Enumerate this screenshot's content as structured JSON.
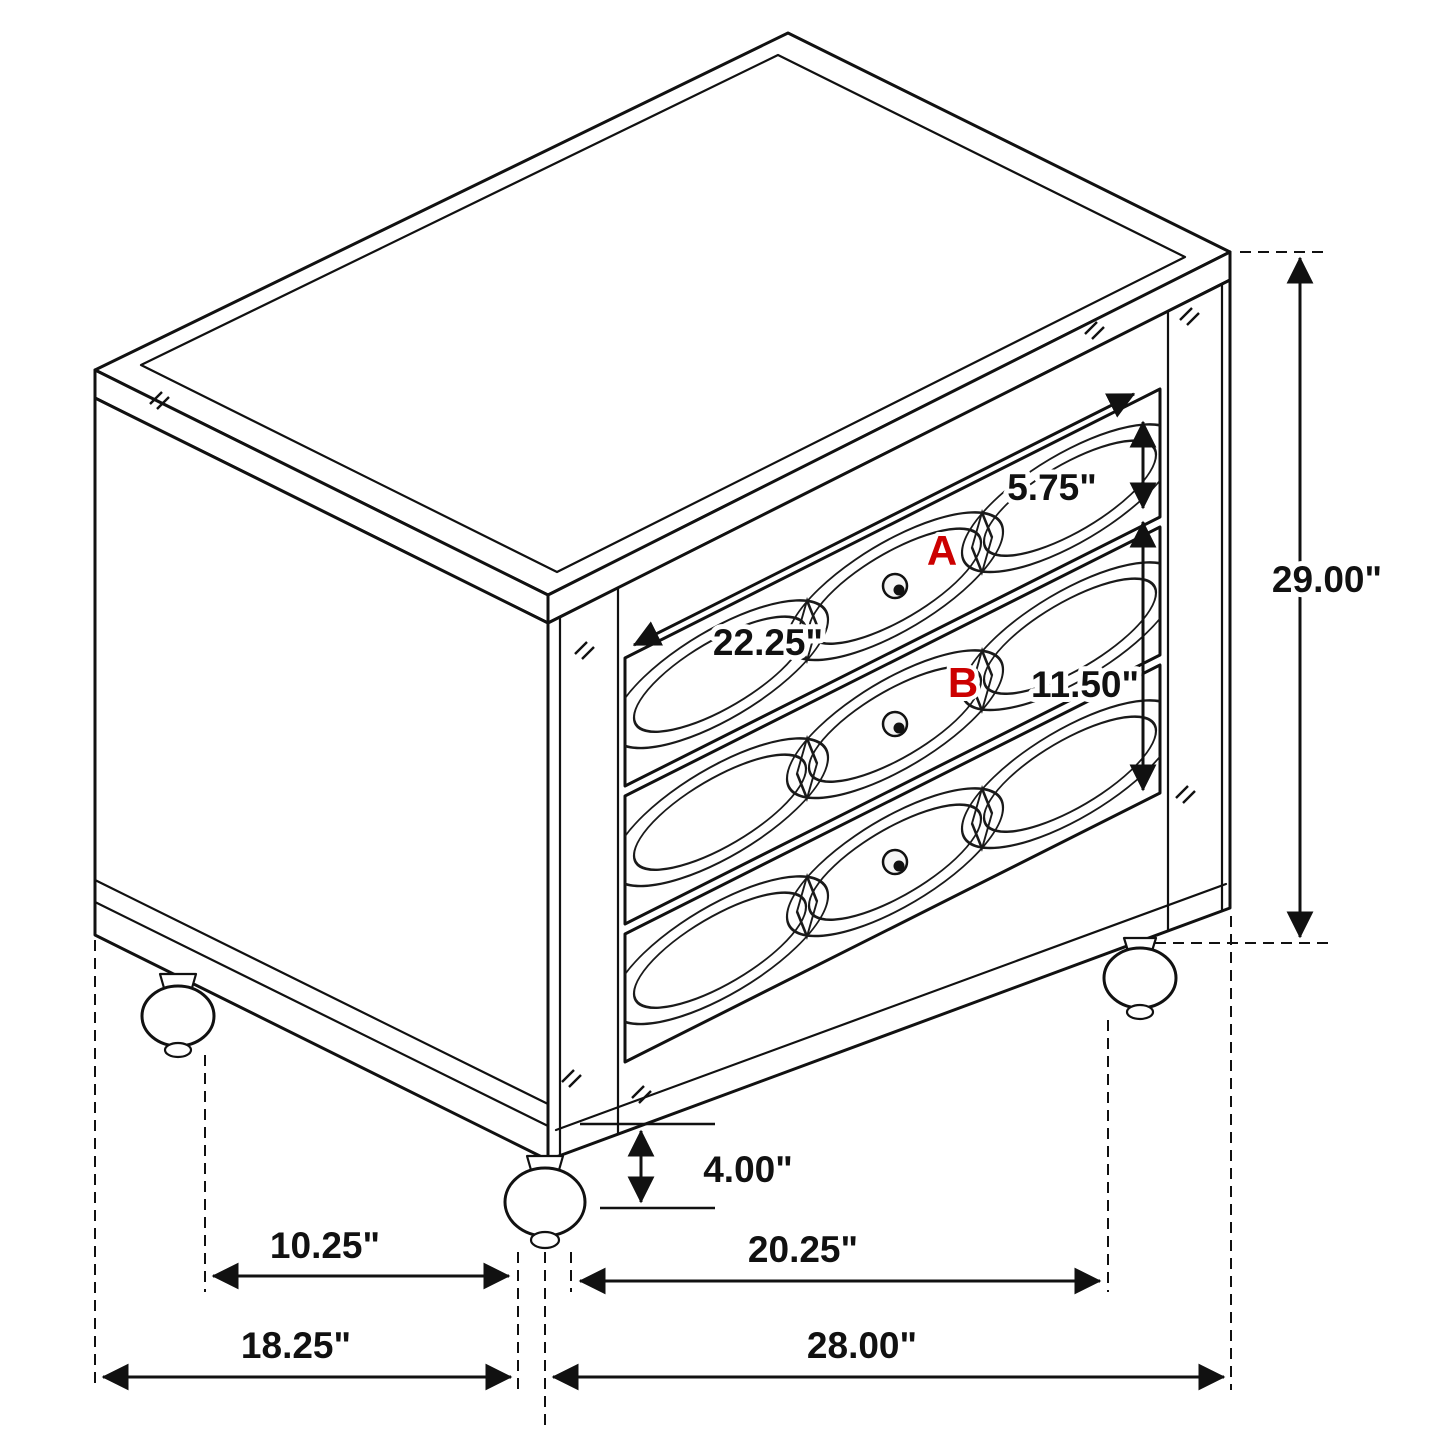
{
  "diagram": {
    "callouts": {
      "a": "A",
      "b": "B"
    },
    "dimensions": {
      "overall_height": "29.00\"",
      "top_drawer_height": "5.75\"",
      "drawer_width": "22.25\"",
      "lower_drawers_height": "11.50\"",
      "foot_height": "4.00\"",
      "side_foot_spacing": "10.25\"",
      "front_foot_spacing": "20.25\"",
      "overall_depth": "18.25\"",
      "overall_width": "28.00\""
    },
    "colors": {
      "line": "#111111",
      "callout": "#cc0000",
      "background": "#ffffff"
    }
  }
}
